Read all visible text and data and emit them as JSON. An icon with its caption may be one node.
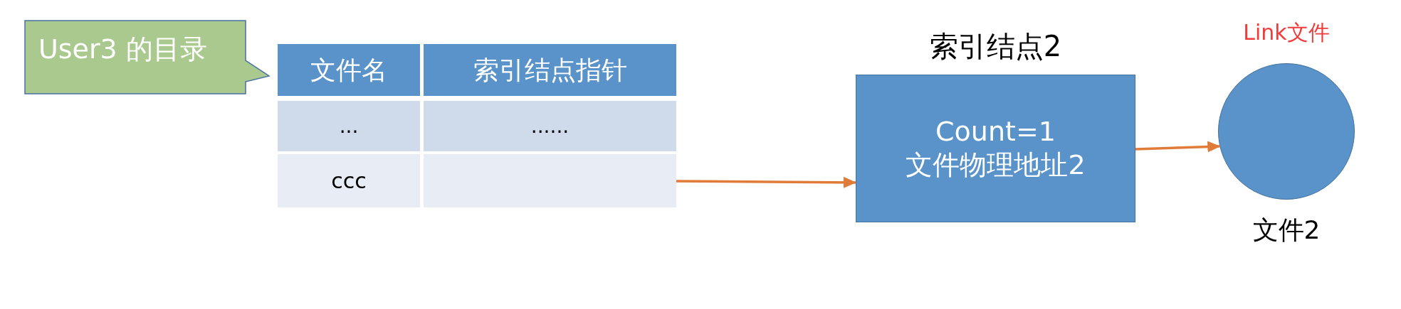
{
  "diagram": {
    "nodes": [
      {
        "text": [
          "User3 的目录"
        ]
      },
      {
        "text": [],
        "shape": "box"
      },
      {
        "text": [
          "索引结点2",
          "Count=1",
          "文件物理地址2"
        ]
      },
      {
        "text": [],
        "shape": "circle",
        "beside": [
          "Link文件",
          "文件2"
        ]
      }
    ],
    "edges": [
      {
        "from": 1,
        "to": 2,
        "arrow": "to"
      },
      {
        "from": 2,
        "to": 3,
        "arrow": "to"
      }
    ],
    "labels": [
      "文件名",
      "索引结点指针",
      "...",
      "......",
      "ccc"
    ]
  }
}
